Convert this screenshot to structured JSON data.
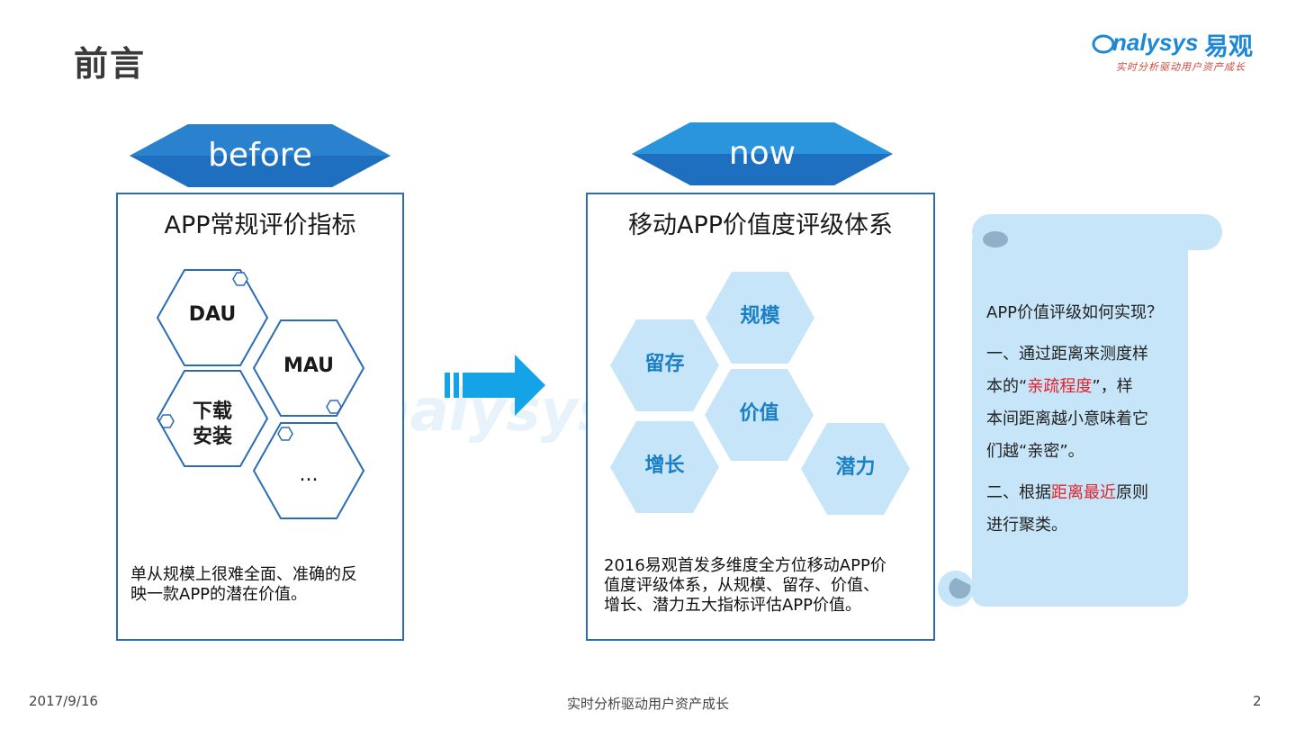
{
  "page_title": "前言",
  "logo": {
    "word": "nalysys",
    "cn": "易观",
    "tagline": "实时分析驱动用户资产成长"
  },
  "left": {
    "banner": "before",
    "panel_title": "APP常规评价指标",
    "hexes": [
      "DAU",
      "MAU",
      "下载\n安装",
      "..."
    ],
    "desc_lines": [
      "单从规模上很难全面、准确的反",
      "映一款APP的潜在价值。"
    ]
  },
  "right": {
    "banner": "now",
    "panel_title": "移动APP价值度评级体系",
    "hexes": [
      "规模",
      "留存",
      "价值",
      "增长",
      "潜力"
    ],
    "desc_lines": [
      "2016易观首发多维度全方位移动APP价",
      "值度评级体系，从规模、留存、价值、",
      "增长、潜力五大指标评估APP价值。"
    ]
  },
  "note": {
    "question": "APP价值评级如何实现？",
    "line1": "一、通过距离来测度样",
    "line2_pre": "本的“",
    "line2_red": "亲疏程度",
    "line2_post": "”，样",
    "line3": "本间距离越小意味着它",
    "line4": "们越“亲密”。",
    "line5_pre": "二、根据",
    "line5_red": "距离最近",
    "line5_post": "原则",
    "line6": "进行聚类。"
  },
  "watermark": "nalysys",
  "footer": {
    "date": "2017/9/16",
    "center": "实时分析驱动用户资产成长",
    "page": "2"
  },
  "colors": {
    "banner_dark": "#1f6fc0",
    "banner_light": "#2a95dd",
    "panel_border": "#2b6cb2",
    "arrow": "#14a3e6",
    "hex_fill": "#c7e5f8",
    "red": "#e4202a"
  }
}
